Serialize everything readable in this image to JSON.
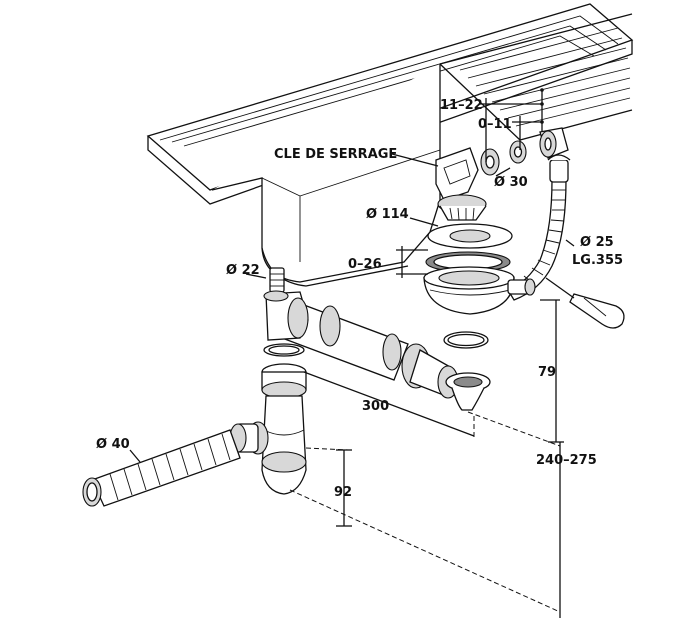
{
  "labels": {
    "cle_de_serrage": "CLE DE SERRAGE",
    "range_11_22": "11–22",
    "range_0_11": "0–11",
    "dia_30": "Ø 30",
    "dia_114": "Ø 114",
    "range_0_26": "0–26",
    "dia_25": "Ø 25",
    "length_355": "LG.355",
    "dia_22": "Ø 22",
    "dim_79": "79",
    "dim_300": "300",
    "dim_240_275": "240–275",
    "dia_40": "Ø 40",
    "dim_92": "92"
  },
  "colors": {
    "ink": "#111111",
    "shade": "#d8d8d8",
    "dark": "#8a8a8a",
    "background": "#ffffff"
  }
}
